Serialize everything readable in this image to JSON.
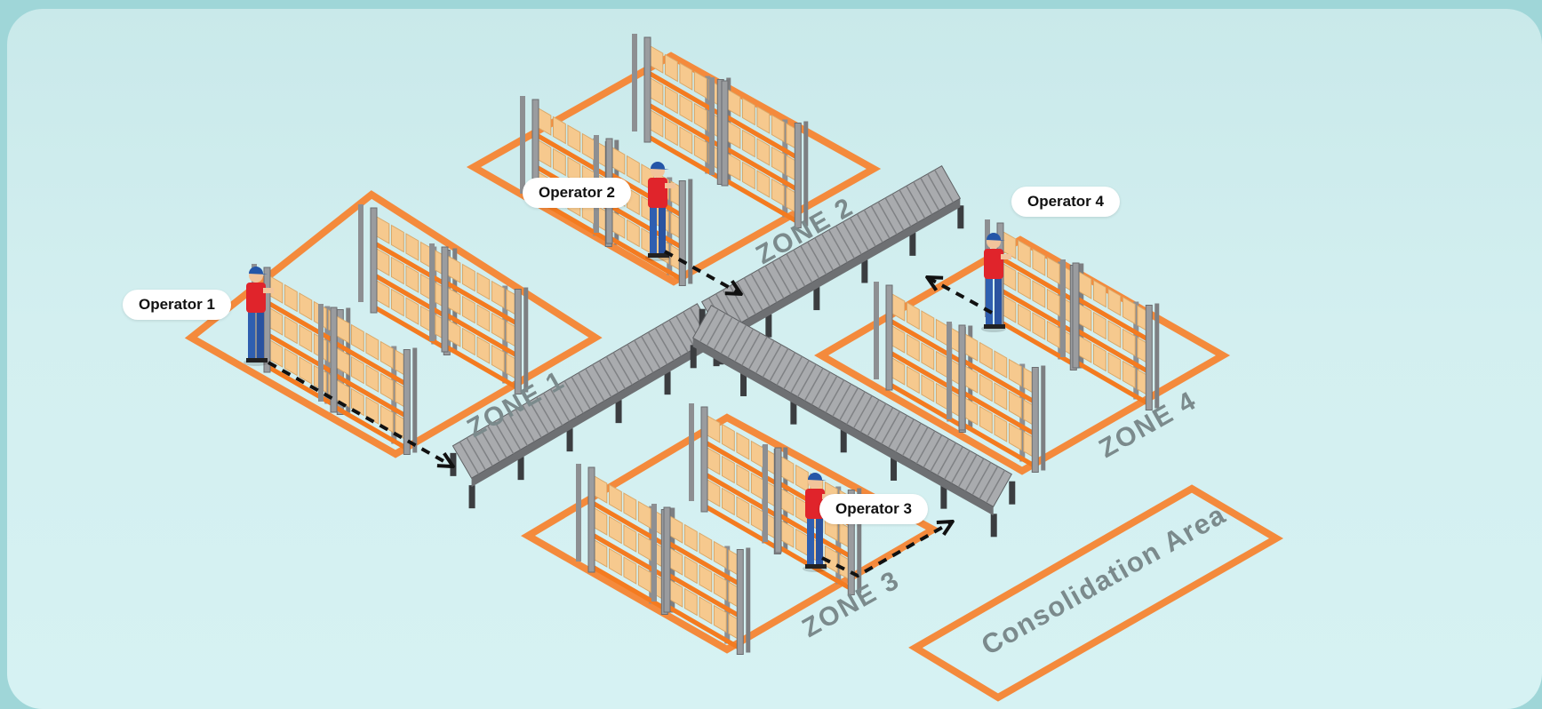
{
  "zones": [
    {
      "label": "ZONE 1"
    },
    {
      "label": "ZONE 2"
    },
    {
      "label": "ZONE 3"
    },
    {
      "label": "ZONE 4"
    }
  ],
  "consolidation": {
    "label": "Consolidation Area"
  },
  "operators": [
    {
      "label": "Operator 1"
    },
    {
      "label": "Operator 2"
    },
    {
      "label": "Operator 3"
    },
    {
      "label": "Operator 4"
    }
  ],
  "icons": [
    "shelving-rack-icon",
    "cardboard-box-icon",
    "warehouse-worker-icon",
    "roller-conveyor-icon",
    "dashed-arrow-icon"
  ],
  "colors": {
    "zone_border": "#f48a3c",
    "zone_text": "#7b8a8c",
    "shelf_orange": "#f47b20",
    "box": "#f6c98e",
    "rack_frame": "#8d8f92",
    "conveyor": "#9a9c9f",
    "worker_shirt": "#e0242b",
    "worker_pants": "#2f5fb0",
    "background": "#d3eff0"
  }
}
